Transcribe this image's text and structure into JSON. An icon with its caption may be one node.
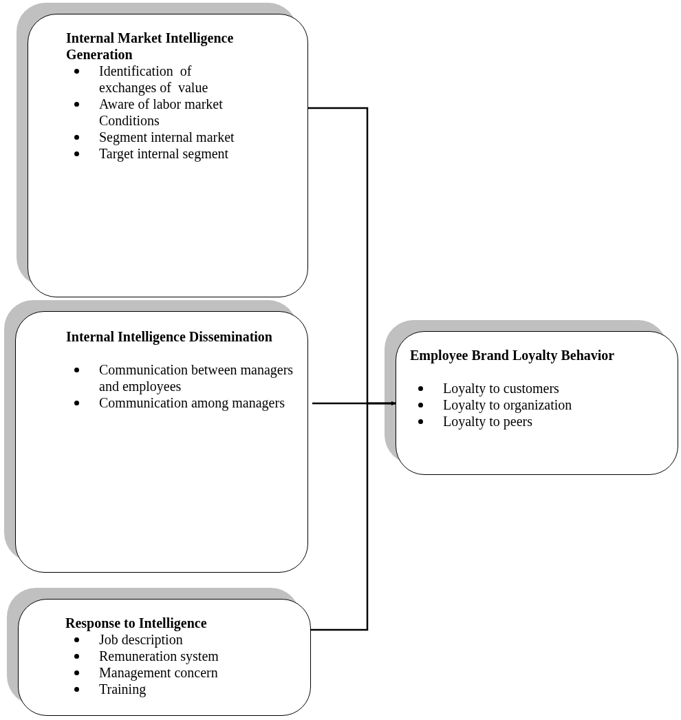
{
  "diagram": {
    "nodes": [
      {
        "text": [
          "Internal Market Intelligence Generation",
          "Identification  of exchanges of  value",
          "Aware of labor market Conditions",
          "Segment internal market",
          "Target internal segment"
        ]
      },
      {
        "text": [
          "Internal Intelligence Dissemination",
          "Communication between managers and employees",
          "Communication among managers"
        ]
      },
      {
        "text": [
          "Response to Intelligence",
          "Job description",
          "Remuneration system",
          "Management concern",
          "Training"
        ]
      },
      {
        "text": [
          "Employee Brand Loyalty Behavior",
          "Loyalty to customers",
          "Loyalty to organization",
          "Loyalty to peers"
        ]
      }
    ],
    "edges": [
      {
        "from": 0,
        "to": 3,
        "arrow": "to"
      },
      {
        "from": 1,
        "to": 3,
        "arrow": "to"
      },
      {
        "from": 2,
        "to": 3,
        "arrow": "to"
      }
    ]
  }
}
